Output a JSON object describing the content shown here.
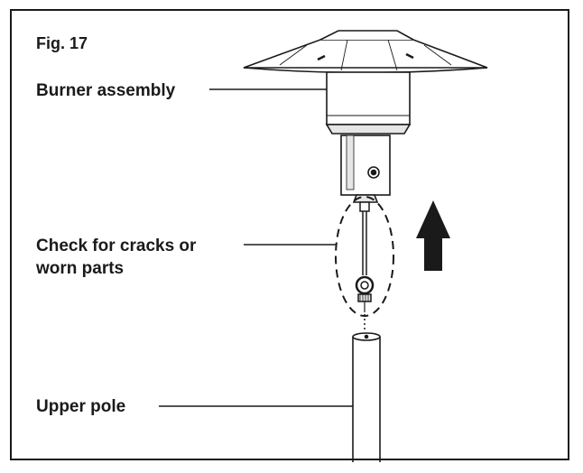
{
  "figure": {
    "title": "Fig. 17"
  },
  "callouts": {
    "burner_assembly": "Burner assembly",
    "check_line1": "Check for cracks or",
    "check_line2": "worn parts",
    "upper_pole": "Upper pole"
  },
  "colors": {
    "ink": "#1a1a1a",
    "part_fill": "#ffffff",
    "shade": "#e6e6e6"
  },
  "icons": {
    "direction": "arrow-up-icon"
  }
}
